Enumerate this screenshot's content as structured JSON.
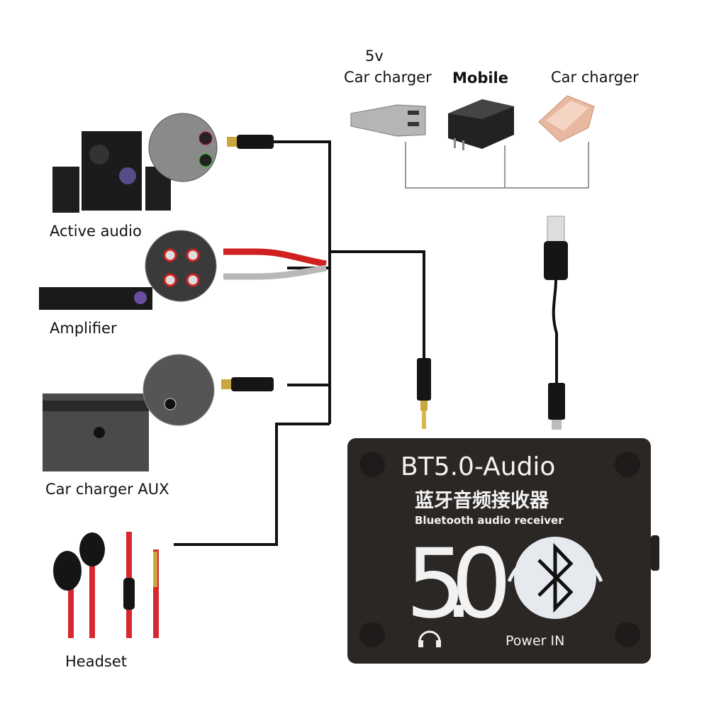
{
  "power_sources": {
    "car_charger_5v": {
      "voltage": "5v",
      "label": "Car charger"
    },
    "mobile": {
      "label": "Mobile"
    },
    "power_bank": {
      "label": "Car charger"
    }
  },
  "outputs": {
    "active_audio": {
      "label": "Active audio"
    },
    "amplifier": {
      "label": "Amplifier"
    },
    "car_aux": {
      "label": "Car charger AUX"
    },
    "headset": {
      "label": "Headset"
    }
  },
  "device": {
    "title": "BT5.0-Audio",
    "chinese_title": "蓝牙音频接收器",
    "subtitle": "Bluetooth audio receiver",
    "big_version": "5.0",
    "power_label": "Power IN",
    "icons": [
      "bluetooth-icon",
      "headphone-icon"
    ]
  },
  "colors": {
    "device_body": "#2b2725",
    "wire": "#111111",
    "bracket": "#9a9a9a",
    "headset_red": "#d7282f"
  }
}
